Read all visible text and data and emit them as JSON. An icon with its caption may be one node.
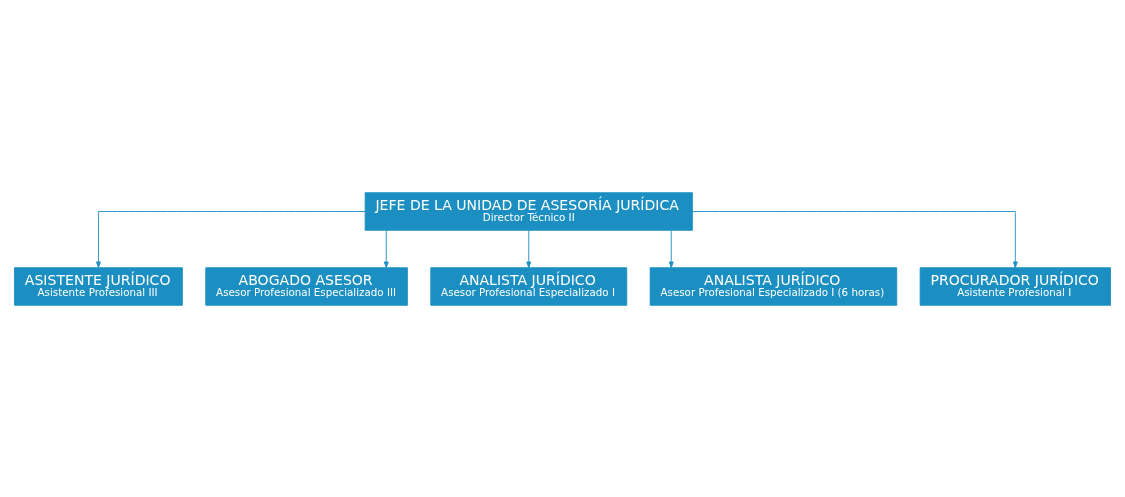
{
  "diagram": {
    "nodes": [
      {
        "text": [
          "JEFE DE LA UNIDAD DE ASESORÍA JURÍDICA",
          "Director Técnico II"
        ]
      },
      {
        "text": [
          "ASISTENTE JURÍDICO",
          "Asistente Profesional III"
        ]
      },
      {
        "text": [
          "ABOGADO ASESOR",
          "Asesor Profesional Especializado III"
        ]
      },
      {
        "text": [
          "ANALISTA JURÍDICO",
          "Asesor Profesional Especializado I"
        ]
      },
      {
        "text": [
          "ANALISTA JURÍDICO",
          "Asesor Profesional Especializado I (6 horas)"
        ]
      },
      {
        "text": [
          "PROCURADOR JURÍDICO",
          "Asistente Profesional I"
        ]
      }
    ],
    "edges": [
      {
        "from": 0,
        "to": 1,
        "arrow": "to"
      },
      {
        "from": 0,
        "to": 2,
        "arrow": "to"
      },
      {
        "from": 0,
        "to": 3,
        "arrow": "to"
      },
      {
        "from": 0,
        "to": 4,
        "arrow": "to"
      },
      {
        "from": 0,
        "to": 5,
        "arrow": "to"
      }
    ]
  }
}
